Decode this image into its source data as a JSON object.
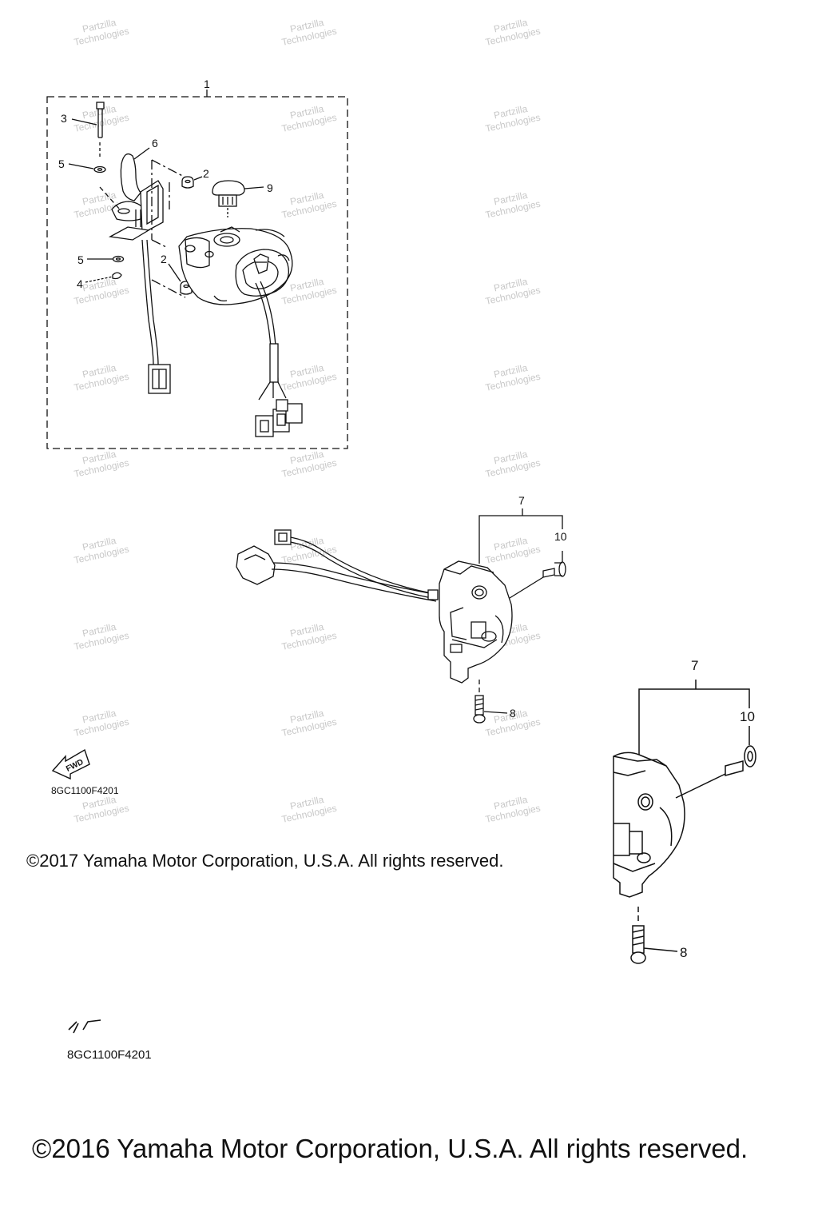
{
  "callouts": {
    "c1": "1",
    "c2a": "2",
    "c2b": "2",
    "c3": "3",
    "c4": "4",
    "c5a": "5",
    "c5b": "5",
    "c6": "6",
    "c9": "9",
    "c7a": "7",
    "c10a": "10",
    "c8a": "8",
    "c7b": "7",
    "c10b": "10",
    "c8b": "8"
  },
  "fwd_label": "FWD",
  "diagram_codes": {
    "upper": "8GC1100F4201",
    "lower": "8GC1100F4201"
  },
  "copyright": {
    "upper": "©2017 Yamaha Motor Corporation, U.S.A. All rights reserved.",
    "lower": "©2016 Yamaha Motor Corporation, U.S.A. All rights reserved."
  },
  "watermark": {
    "line1": "Partzilla",
    "line2": "Technologies"
  },
  "colors": {
    "line": "#111111",
    "watermark": "#c8c8c8"
  }
}
